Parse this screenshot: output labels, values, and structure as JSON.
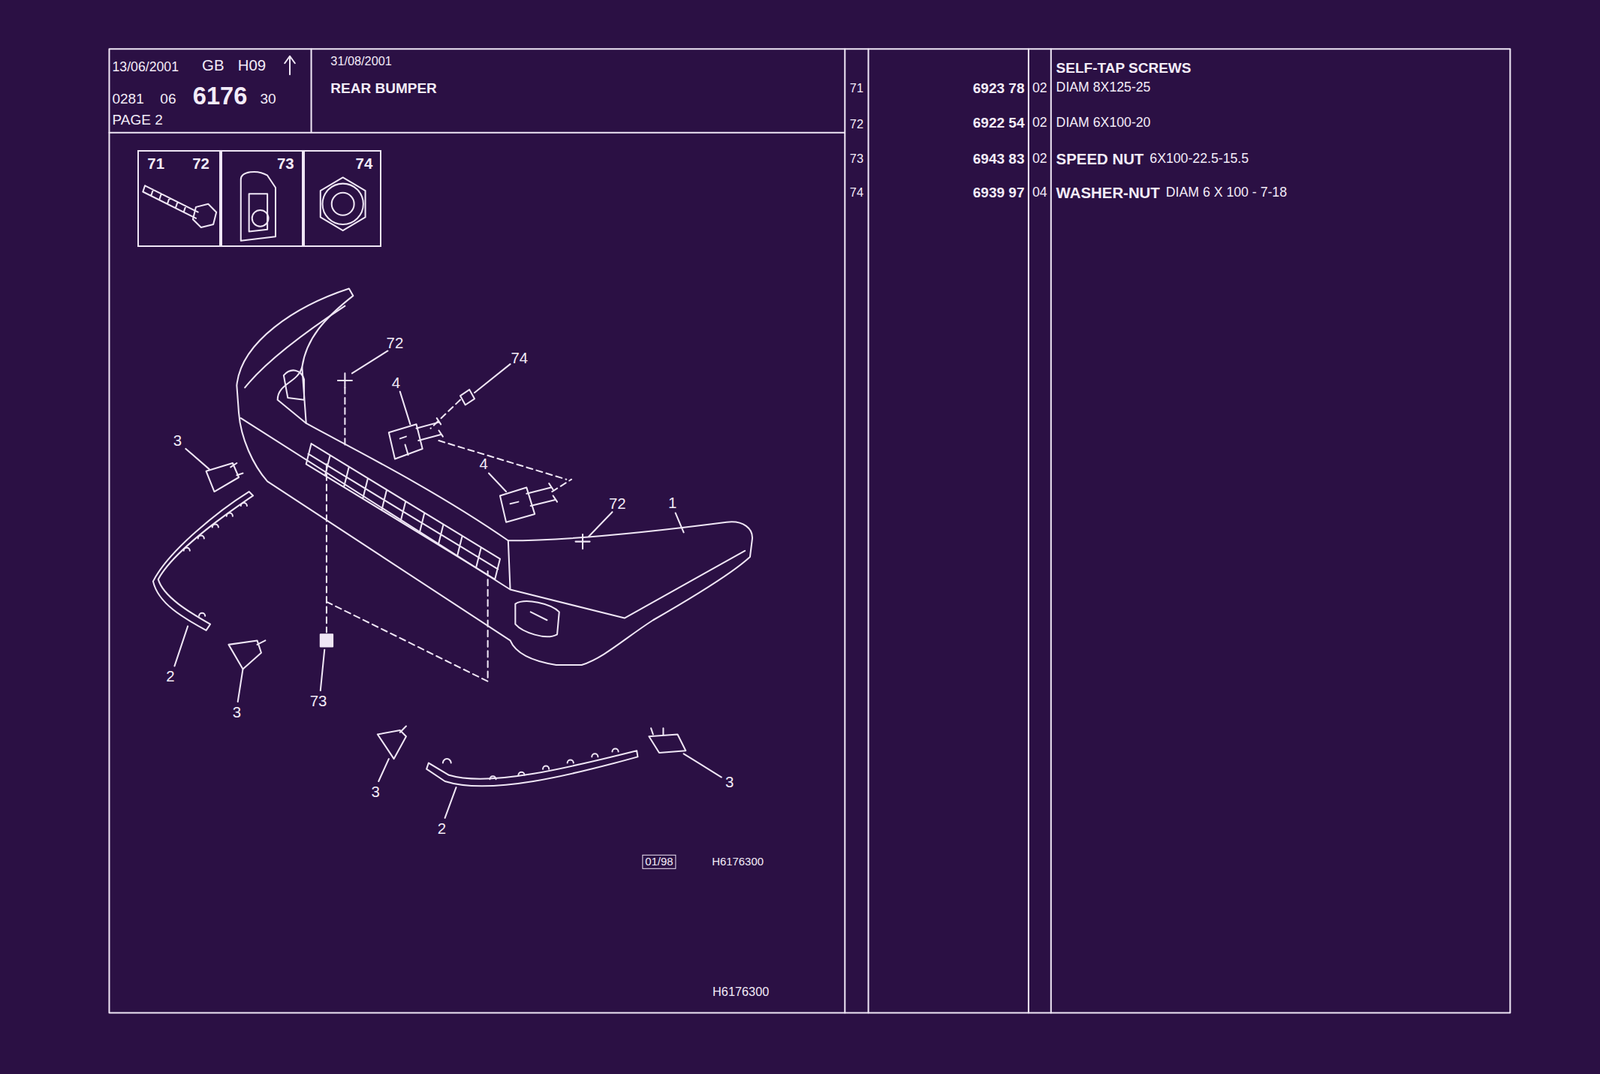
{
  "diagram": {
    "title": "REAR BUMPER",
    "nodes": [
      {
        "text": [
          "71",
          "72"
        ]
      },
      {
        "text": [
          "73"
        ]
      },
      {
        "text": [
          "74"
        ]
      }
    ],
    "labels": [
      "13/06/2001",
      "GB",
      "H09",
      "0281",
      "06",
      "6176",
      "30",
      "PAGE 2",
      "31/08/2001",
      "71",
      "6923 78",
      "02",
      "SELF-TAP SCREWS",
      "DIAM 8X125-25",
      "72",
      "6922 54",
      "02",
      "DIAM 6X100-20",
      "73",
      "6943 83",
      "02",
      "SPEED NUT",
      "6X100-22.5-15.5",
      "74",
      "6939 97",
      "04",
      "WASHER-NUT",
      "DIAM 6 X 100 - 7-18",
      "72",
      "74",
      "4",
      "3",
      "4",
      "72",
      "1",
      "2",
      "3",
      "73",
      "3",
      "2",
      "3",
      "01/98",
      "H6176300",
      "H6176300"
    ]
  }
}
